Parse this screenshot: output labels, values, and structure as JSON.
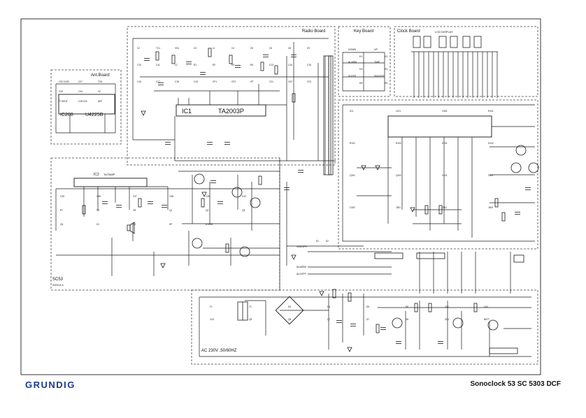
{
  "brand": "GRUNDIG",
  "model": "Sonoclock 53 SC 5303 DCF",
  "board_labels": {
    "ant_board": "Ant.Board",
    "radio_board": "Radio Board",
    "key_board": "Key Board",
    "clock_board": "Clock Board",
    "lcd_display": "LCD DISPLAY",
    "sc53": "SC53",
    "sc53_date": "2003.6.5"
  },
  "ics": {
    "ic1": "IC1",
    "ta2003p": "TA2003P",
    "ic200": "IC200",
    "u4225b": "U4225B",
    "ic2": "IC2",
    "ta7368p": "TA7368P"
  },
  "ant_components": [
    "C32 0.033",
    "C27",
    "TC6",
    "C33",
    "C34",
    "X2",
    "77.5KHZ",
    "C28 C24",
    "ANT"
  ],
  "radio_components": [
    "C2",
    "TC1",
    "VD1",
    "C3",
    "L1",
    "C4",
    "C5",
    "C6",
    "C8",
    "C9",
    "C10",
    "C11",
    "L2",
    "R1",
    "R2",
    "R3",
    "R4",
    "C13",
    "C14",
    "C15",
    "C16",
    "C17",
    "C18",
    "C19",
    "CF1",
    "CF2",
    "IFT",
    "C21",
    "C22",
    "C23"
  ],
  "key_labels": [
    "DOWN",
    "UP",
    "ALARM",
    "TIME",
    "SLEEP",
    "SNOOZE",
    "K1",
    "K2",
    "K3",
    "K4",
    "K5",
    "K6"
  ],
  "clock_components": [
    "IC4",
    "L101",
    "C301",
    "R101",
    "R102",
    "R103",
    "D101",
    "D102",
    "Q101",
    "Q102",
    "X101",
    "C401",
    "C402",
    "J301",
    "J302",
    "J303"
  ],
  "amp_components": [
    "C35",
    "C36",
    "C37",
    "C38",
    "C39",
    "C40",
    "R7",
    "R8",
    "VR",
    "Q1",
    "Q2",
    "Q3",
    "Q4",
    "D1",
    "D2",
    "SP",
    "8 OHM"
  ],
  "power_labels": [
    "AC 230V ,50/60HZ",
    "F1",
    "T1",
    "D3",
    "D4",
    "D5",
    "D6",
    "C41",
    "C42",
    "C43",
    "Q5",
    "Q6",
    "Q7",
    "D7",
    "D8",
    "ZD1",
    "BATT"
  ],
  "switch_labels": [
    "ON/OFF",
    "ALARM",
    "AL/OFF",
    "S1",
    "S2"
  ]
}
